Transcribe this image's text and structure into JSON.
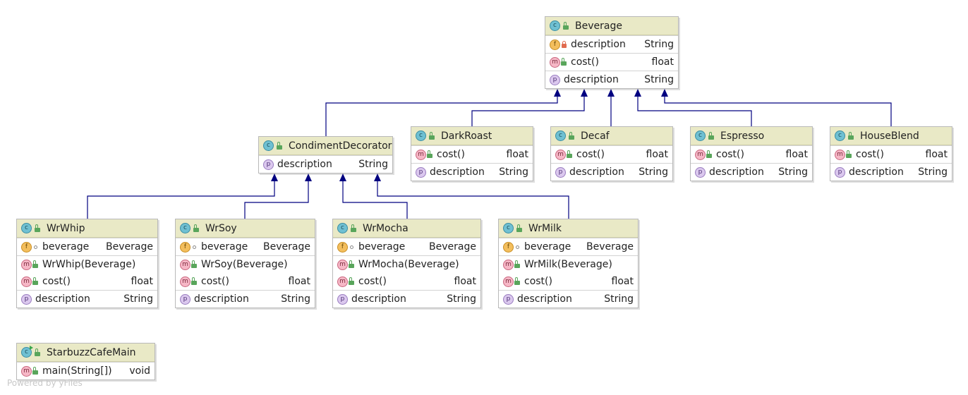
{
  "classes": {
    "beverage": {
      "name": "Beverage",
      "members": [
        {
          "kind": "f",
          "vis": "private",
          "name": "description",
          "type": "String"
        },
        {
          "kind": "m",
          "vis": "public",
          "name": "cost()",
          "type": "float"
        },
        {
          "kind": "p",
          "vis": "none",
          "name": "description",
          "type": "String"
        }
      ]
    },
    "condiment_decorator": {
      "name": "CondimentDecorator",
      "members": [
        {
          "kind": "p",
          "vis": "none",
          "name": "description",
          "type": "String"
        }
      ]
    },
    "dark_roast": {
      "name": "DarkRoast",
      "members": [
        {
          "kind": "m",
          "vis": "public",
          "name": "cost()",
          "type": "float"
        },
        {
          "kind": "p",
          "vis": "none",
          "name": "description",
          "type": "String"
        }
      ]
    },
    "decaf": {
      "name": "Decaf",
      "members": [
        {
          "kind": "m",
          "vis": "public",
          "name": "cost()",
          "type": "float"
        },
        {
          "kind": "p",
          "vis": "none",
          "name": "description",
          "type": "String"
        }
      ]
    },
    "espresso": {
      "name": "Espresso",
      "members": [
        {
          "kind": "m",
          "vis": "public",
          "name": "cost()",
          "type": "float"
        },
        {
          "kind": "p",
          "vis": "none",
          "name": "description",
          "type": "String"
        }
      ]
    },
    "house_blend": {
      "name": "HouseBlend",
      "members": [
        {
          "kind": "m",
          "vis": "public",
          "name": "cost()",
          "type": "float"
        },
        {
          "kind": "p",
          "vis": "none",
          "name": "description",
          "type": "String"
        }
      ]
    },
    "wr_whip": {
      "name": "WrWhip",
      "members": [
        {
          "kind": "f",
          "vis": "package",
          "name": "beverage",
          "type": "Beverage"
        },
        {
          "kind": "m",
          "vis": "public",
          "name": "WrWhip(Beverage)",
          "type": ""
        },
        {
          "kind": "m",
          "vis": "public",
          "name": "cost()",
          "type": "float"
        },
        {
          "kind": "p",
          "vis": "none",
          "name": "description",
          "type": "String"
        }
      ]
    },
    "wr_soy": {
      "name": "WrSoy",
      "members": [
        {
          "kind": "f",
          "vis": "package",
          "name": "beverage",
          "type": "Beverage"
        },
        {
          "kind": "m",
          "vis": "public",
          "name": "WrSoy(Beverage)",
          "type": ""
        },
        {
          "kind": "m",
          "vis": "public",
          "name": "cost()",
          "type": "float"
        },
        {
          "kind": "p",
          "vis": "none",
          "name": "description",
          "type": "String"
        }
      ]
    },
    "wr_mocha": {
      "name": "WrMocha",
      "members": [
        {
          "kind": "f",
          "vis": "package",
          "name": "beverage",
          "type": "Beverage"
        },
        {
          "kind": "m",
          "vis": "public",
          "name": "WrMocha(Beverage)",
          "type": ""
        },
        {
          "kind": "m",
          "vis": "public",
          "name": "cost()",
          "type": "float"
        },
        {
          "kind": "p",
          "vis": "none",
          "name": "description",
          "type": "String"
        }
      ]
    },
    "wr_milk": {
      "name": "WrMilk",
      "members": [
        {
          "kind": "f",
          "vis": "package",
          "name": "beverage",
          "type": "Beverage"
        },
        {
          "kind": "m",
          "vis": "public",
          "name": "WrMilk(Beverage)",
          "type": ""
        },
        {
          "kind": "m",
          "vis": "public",
          "name": "cost()",
          "type": "float"
        },
        {
          "kind": "p",
          "vis": "none",
          "name": "description",
          "type": "String"
        }
      ]
    },
    "starbuzz_main": {
      "name": "StarbuzzCafeMain",
      "main": true,
      "members": [
        {
          "kind": "m",
          "vis": "public",
          "name": "main(String[])",
          "type": "void"
        }
      ]
    }
  },
  "relations": [
    {
      "from": "condiment_decorator",
      "to": "beverage",
      "type": "extends"
    },
    {
      "from": "dark_roast",
      "to": "beverage",
      "type": "extends"
    },
    {
      "from": "decaf",
      "to": "beverage",
      "type": "extends"
    },
    {
      "from": "espresso",
      "to": "beverage",
      "type": "extends"
    },
    {
      "from": "house_blend",
      "to": "beverage",
      "type": "extends"
    },
    {
      "from": "wr_whip",
      "to": "condiment_decorator",
      "type": "extends"
    },
    {
      "from": "wr_soy",
      "to": "condiment_decorator",
      "type": "extends"
    },
    {
      "from": "wr_mocha",
      "to": "condiment_decorator",
      "type": "extends"
    },
    {
      "from": "wr_milk",
      "to": "condiment_decorator",
      "type": "extends"
    }
  ],
  "footer": "Powered by yFiles",
  "colors": {
    "edge": "#000080",
    "header": "#e9e9c6",
    "class_icon": "#6fc0d2",
    "field_icon": "#f3be5d",
    "method_icon": "#f6b7c6",
    "property_icon": "#dbc8ee"
  }
}
